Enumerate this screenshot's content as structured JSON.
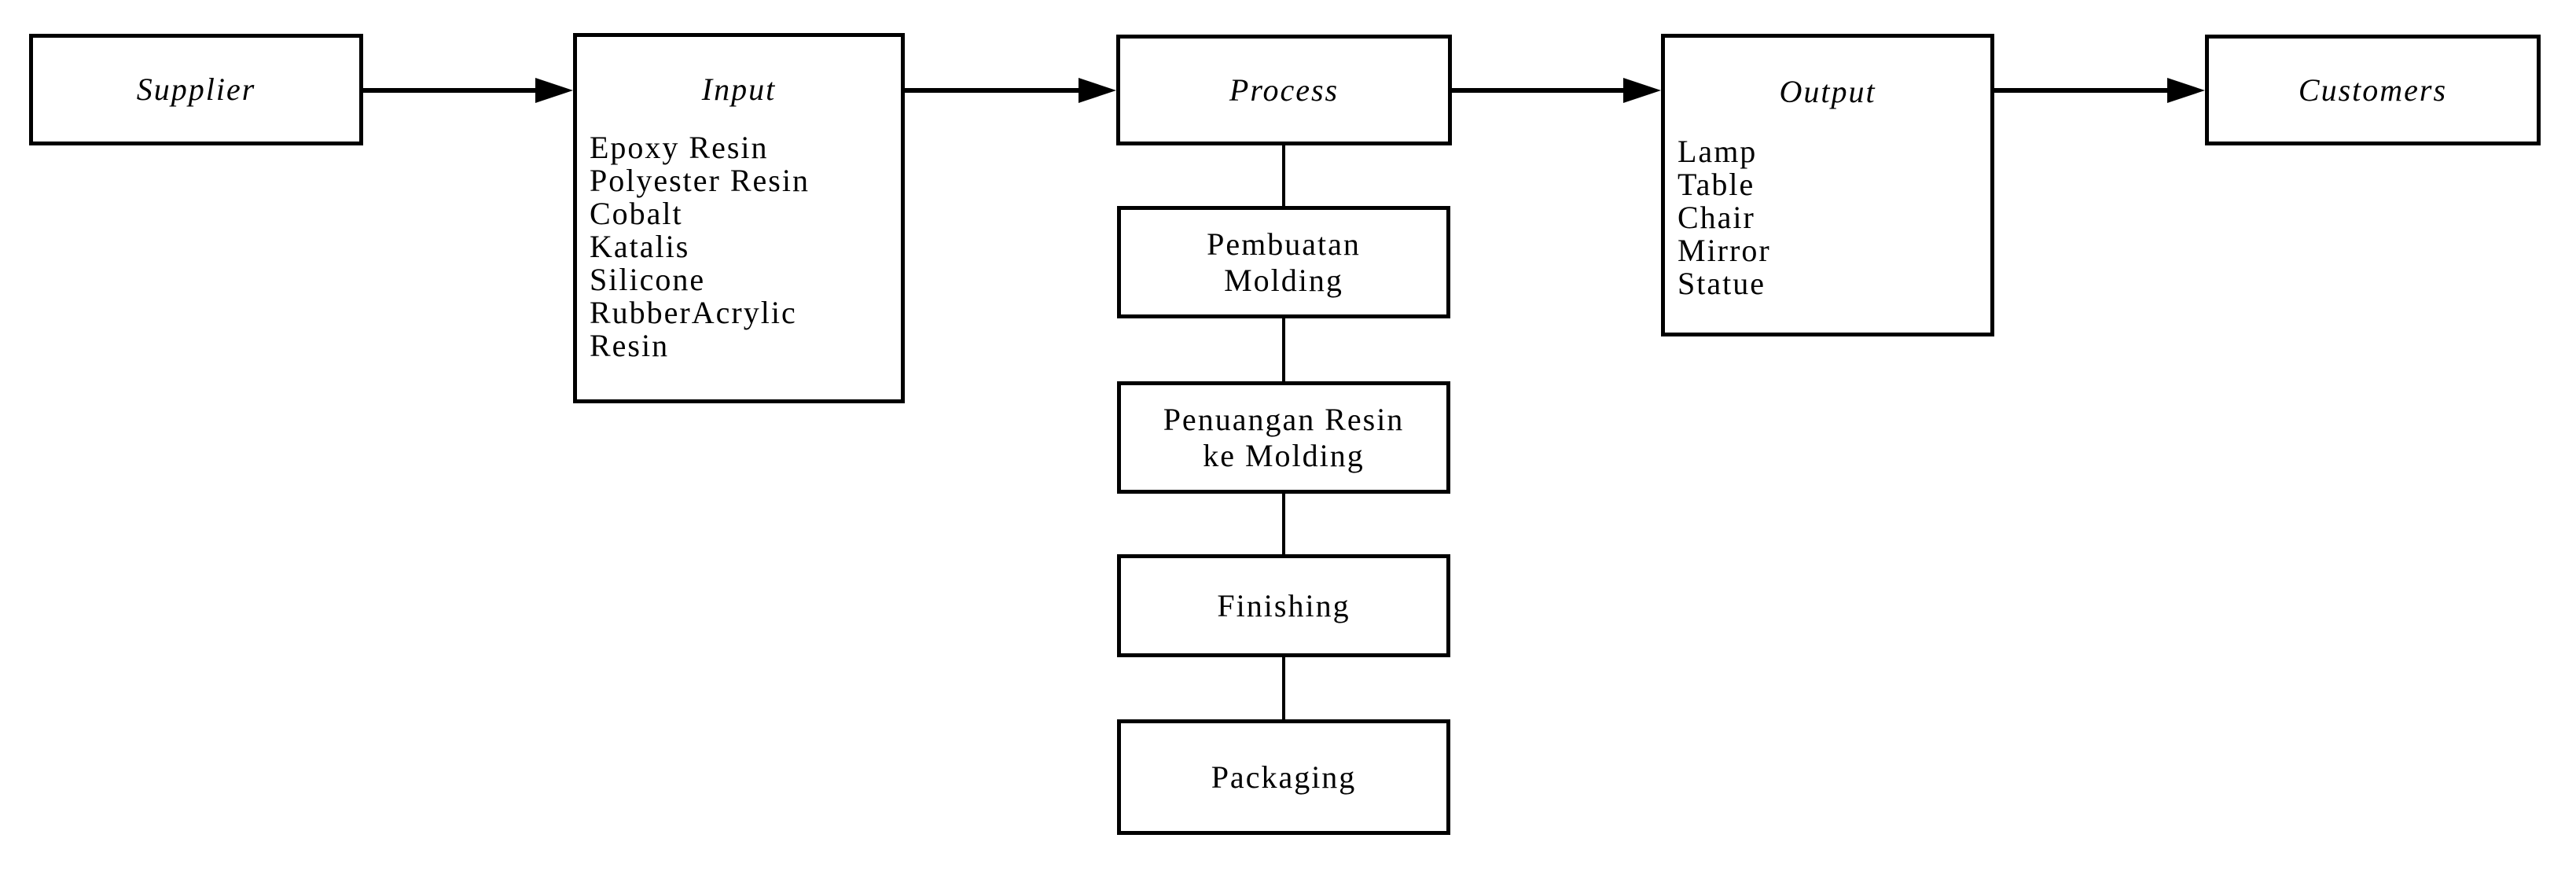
{
  "diagram": {
    "type": "sipoc-flowchart",
    "background_color": "#ffffff",
    "line_color": "#000000",
    "nodes": {
      "supplier": {
        "title": "Supplier"
      },
      "input": {
        "title": "Input",
        "items": [
          "Epoxy Resin",
          "Polyester Resin",
          "Cobalt",
          "Katalis",
          "Silicone",
          "RubberAcrylic",
          "Resin"
        ]
      },
      "process": {
        "title": "Process"
      },
      "output": {
        "title": "Output",
        "items": [
          "Lamp",
          "Table",
          "Chair",
          "Mirror",
          "Statue"
        ]
      },
      "customers": {
        "title": "Customers"
      }
    },
    "process_steps": [
      {
        "lines": [
          "Pembuatan",
          "Molding"
        ]
      },
      {
        "lines": [
          "Penuangan Resin",
          "ke Molding"
        ]
      },
      {
        "lines": [
          "Finishing"
        ]
      },
      {
        "lines": [
          "Packaging"
        ]
      }
    ],
    "flow": [
      "Supplier -> Input",
      "Input -> Process",
      "Process -> Output",
      "Output -> Customers",
      "Process -> Pembuatan Molding",
      "Pembuatan Molding -> Penuangan Resin ke Molding",
      "Penuangan Resin ke Molding -> Finishing",
      "Finishing -> Packaging"
    ]
  }
}
